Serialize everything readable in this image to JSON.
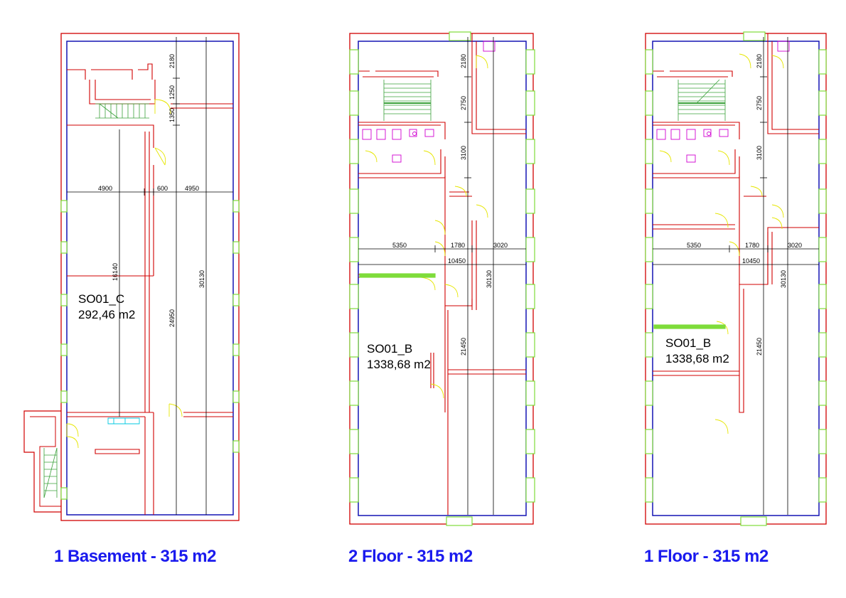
{
  "colors": {
    "outer_wall": "#d10000",
    "inner_outline": "#1414b4",
    "window": "#7edc3a",
    "door": "#e6e600",
    "sanitary": "#d000d0",
    "dimension": "#000000",
    "caption": "#1a1aee"
  },
  "plans": [
    {
      "caption": "1 Basement - 315 m2",
      "room_code": "SO01_C",
      "room_area": "292,46 m2",
      "dimensions": {
        "top_a": "2180",
        "top_b": "1250",
        "top_c": "1350",
        "width_a": "4900",
        "width_b": "600",
        "width_c": "4950",
        "height_a": "16140",
        "height_b": "24950",
        "height_total": "30130"
      }
    },
    {
      "caption": "2 Floor - 315 m2",
      "room_code": "SO01_B",
      "room_area": "1338,68 m2",
      "dimensions": {
        "top_a": "2180",
        "top_b": "2750",
        "top_c": "3100",
        "width_a": "5350",
        "width_b": "1780",
        "width_c": "3020",
        "width_total": "10450",
        "height_a": "21450",
        "height_total": "30130"
      }
    },
    {
      "caption": "1 Floor - 315 m2",
      "room_code": "SO01_B",
      "room_area": "1338,68 m2",
      "dimensions": {
        "top_a": "2180",
        "top_b": "2750",
        "top_c": "3100",
        "width_a": "5350",
        "width_b": "1780",
        "width_c": "3020",
        "width_total": "10450",
        "height_a": "21450",
        "height_total": "30130"
      }
    }
  ]
}
